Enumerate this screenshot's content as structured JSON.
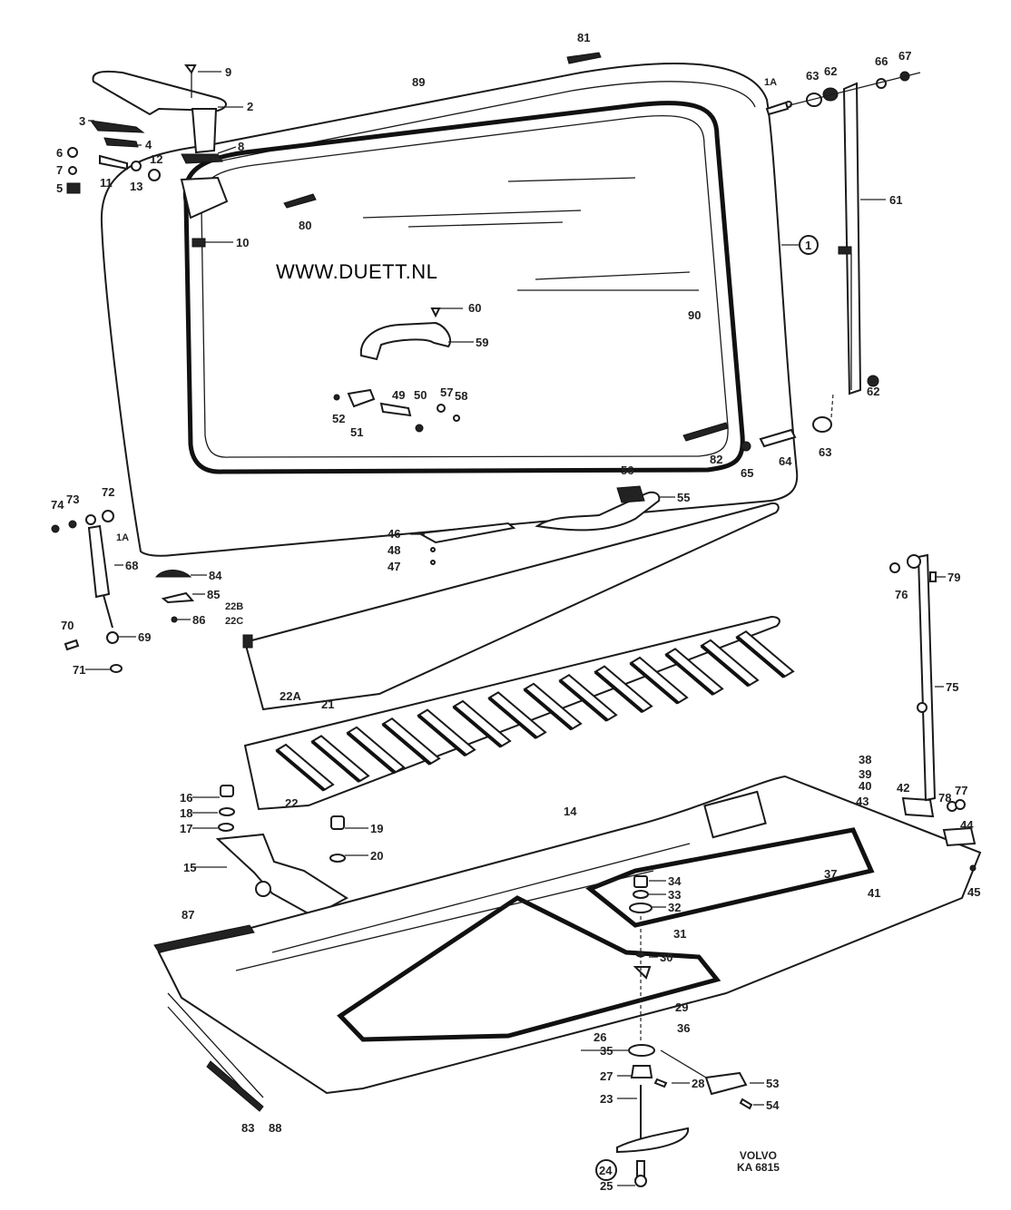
{
  "watermark": "WWW.DUETT.NL",
  "diagram_code": {
    "line1": "VOLVO",
    "line2": "KA 6815"
  },
  "callouts": {
    "c1": "1",
    "c1A_top": "1A",
    "c1A_left": "1A",
    "c2": "2",
    "c3": "3",
    "c4": "4",
    "c5": "5",
    "c6": "6",
    "c7": "7",
    "c8": "8",
    "c9": "9",
    "c10": "10",
    "c11": "11",
    "c12": "12",
    "c13": "13",
    "c14": "14",
    "c15": "15",
    "c16": "16",
    "c17": "17",
    "c18": "18",
    "c19": "19",
    "c20": "20",
    "c21": "21",
    "c22": "22",
    "c22A": "22A",
    "c22B": "22B",
    "c22C": "22C",
    "c23": "23",
    "c24": "24",
    "c25": "25",
    "c26": "26",
    "c27": "27",
    "c28": "28",
    "c29": "29",
    "c30": "30",
    "c31": "31",
    "c32": "32",
    "c33": "33",
    "c34": "34",
    "c35": "35",
    "c36": "36",
    "c37": "37",
    "c38": "38",
    "c39": "39",
    "c40": "40",
    "c41": "41",
    "c42": "42",
    "c43": "43",
    "c44": "44",
    "c45": "45",
    "c46": "46",
    "c47": "47",
    "c48": "48",
    "c49": "49",
    "c50": "50",
    "c51": "51",
    "c52": "52",
    "c53": "53",
    "c54": "54",
    "c55": "55",
    "c56": "56",
    "c57": "57",
    "c58": "58",
    "c59": "59",
    "c60": "60",
    "c61": "61",
    "c62_top": "62",
    "c62_bot": "62",
    "c63_top": "63",
    "c63_bot": "63",
    "c64": "64",
    "c65": "65",
    "c66": "66",
    "c67": "67",
    "c68": "68",
    "c69": "69",
    "c70": "70",
    "c71": "71",
    "c72": "72",
    "c73": "73",
    "c74": "74",
    "c75": "75",
    "c76": "76",
    "c77": "77",
    "c78": "78",
    "c79": "79",
    "c80": "80",
    "c81": "81",
    "c82": "82",
    "c83": "83",
    "c84": "84",
    "c85": "85",
    "c86": "86",
    "c87": "87",
    "c88": "88",
    "c89": "89",
    "c90": "90"
  }
}
